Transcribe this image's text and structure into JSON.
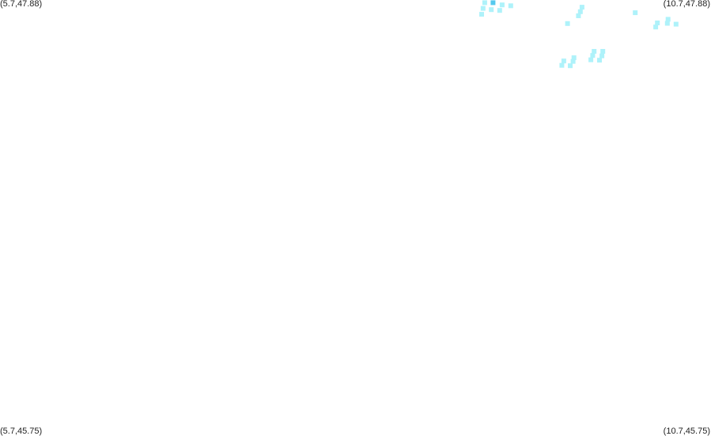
{
  "map": {
    "corners": {
      "top_left": "(5.7,47.88)",
      "top_right": "(10.7,47.88)",
      "bottom_left": "(5.7,45.75)",
      "bottom_right": "(10.7,45.75)"
    },
    "extent": {
      "lon_min": 5.7,
      "lon_max": 10.7,
      "lat_min": 45.75,
      "lat_max": 47.88
    },
    "colors": {
      "background": "#ffffff",
      "point": "#aef2fa",
      "point_highlight": "#55c9ee"
    },
    "points": [
      {
        "lon": 9.109,
        "lat": 47.867,
        "highlight": false
      },
      {
        "lon": 9.167,
        "lat": 47.867,
        "highlight": true
      },
      {
        "lon": 9.231,
        "lat": 47.856,
        "highlight": false
      },
      {
        "lon": 9.292,
        "lat": 47.852,
        "highlight": false
      },
      {
        "lon": 9.097,
        "lat": 47.839,
        "highlight": false
      },
      {
        "lon": 9.155,
        "lat": 47.833,
        "highlight": false
      },
      {
        "lon": 9.214,
        "lat": 47.829,
        "highlight": false
      },
      {
        "lon": 9.087,
        "lat": 47.81,
        "highlight": false
      },
      {
        "lon": 9.793,
        "lat": 47.845,
        "highlight": false
      },
      {
        "lon": 9.781,
        "lat": 47.823,
        "highlight": false
      },
      {
        "lon": 9.768,
        "lat": 47.803,
        "highlight": false
      },
      {
        "lon": 9.691,
        "lat": 47.765,
        "highlight": false
      },
      {
        "lon": 10.167,
        "lat": 47.818,
        "highlight": false
      },
      {
        "lon": 10.398,
        "lat": 47.786,
        "highlight": false
      },
      {
        "lon": 10.323,
        "lat": 47.768,
        "highlight": false
      },
      {
        "lon": 10.393,
        "lat": 47.766,
        "highlight": false
      },
      {
        "lon": 10.454,
        "lat": 47.762,
        "highlight": false
      },
      {
        "lon": 10.311,
        "lat": 47.748,
        "highlight": false
      },
      {
        "lon": 9.878,
        "lat": 47.629,
        "highlight": false
      },
      {
        "lon": 9.939,
        "lat": 47.629,
        "highlight": false
      },
      {
        "lon": 9.868,
        "lat": 47.609,
        "highlight": false
      },
      {
        "lon": 9.933,
        "lat": 47.607,
        "highlight": false
      },
      {
        "lon": 9.736,
        "lat": 47.598,
        "highlight": false
      },
      {
        "lon": 9.855,
        "lat": 47.588,
        "highlight": false
      },
      {
        "lon": 9.916,
        "lat": 47.586,
        "highlight": false
      },
      {
        "lon": 9.665,
        "lat": 47.582,
        "highlight": false
      },
      {
        "lon": 9.73,
        "lat": 47.58,
        "highlight": false
      },
      {
        "lon": 9.651,
        "lat": 47.561,
        "highlight": false
      },
      {
        "lon": 9.71,
        "lat": 47.559,
        "highlight": false
      }
    ]
  }
}
